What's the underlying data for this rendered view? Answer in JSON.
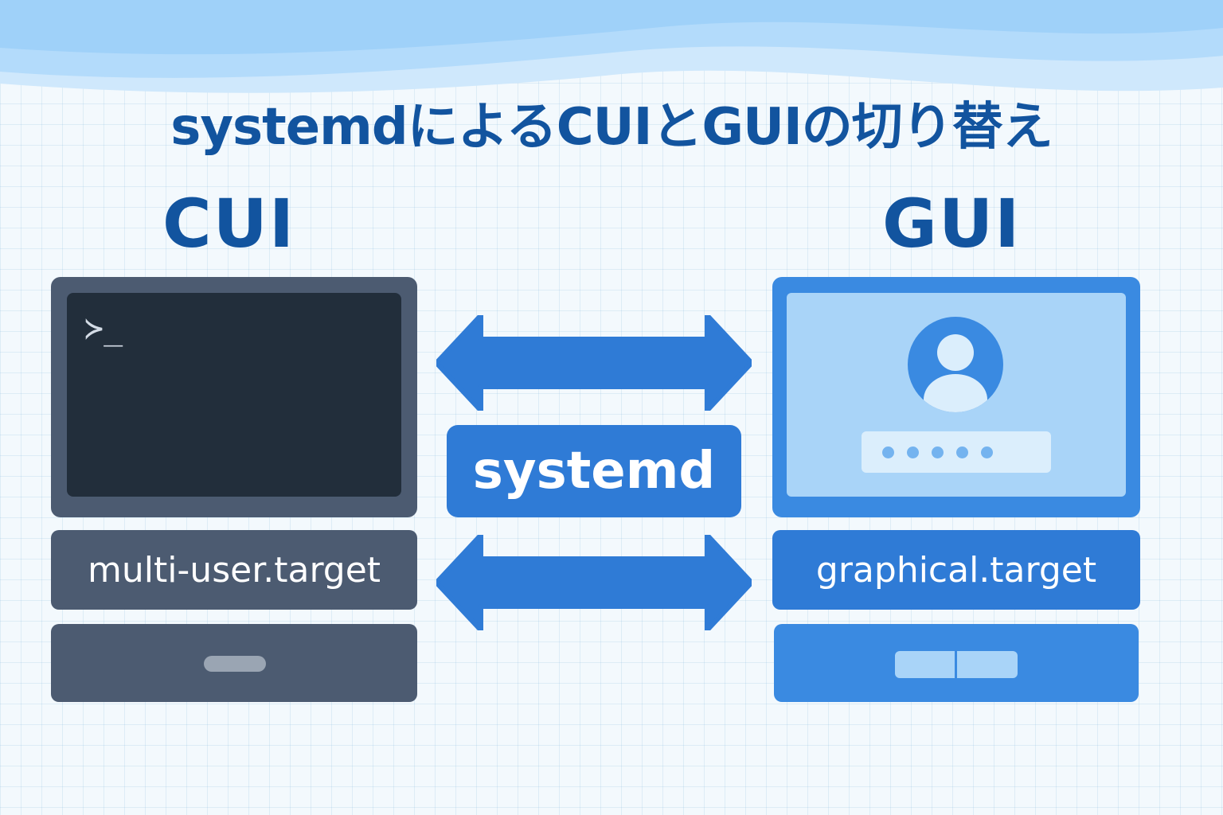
{
  "title": "systemdによるCUIとGUIの切り替え",
  "cui": {
    "label": "CUI",
    "prompt": "≻_",
    "target": "multi-user.target"
  },
  "center": {
    "label": "systemd",
    "arrows": [
      "bidirectional-arrow",
      "bidirectional-arrow"
    ]
  },
  "gui": {
    "label": "GUI",
    "password_dot_count": 5,
    "target": "graphical.target"
  },
  "colors": {
    "title_blue": "#12549f",
    "cui_gray": "#4c5b71",
    "terminal_dark": "#222e3b",
    "systemd_blue": "#2f7bd6",
    "gui_blue": "#3a8ae1",
    "gui_screen": "#a9d4f8"
  },
  "icons": {
    "prompt": "terminal-prompt-icon",
    "user": "user-avatar-icon",
    "arrow": "double-arrow-icon"
  }
}
